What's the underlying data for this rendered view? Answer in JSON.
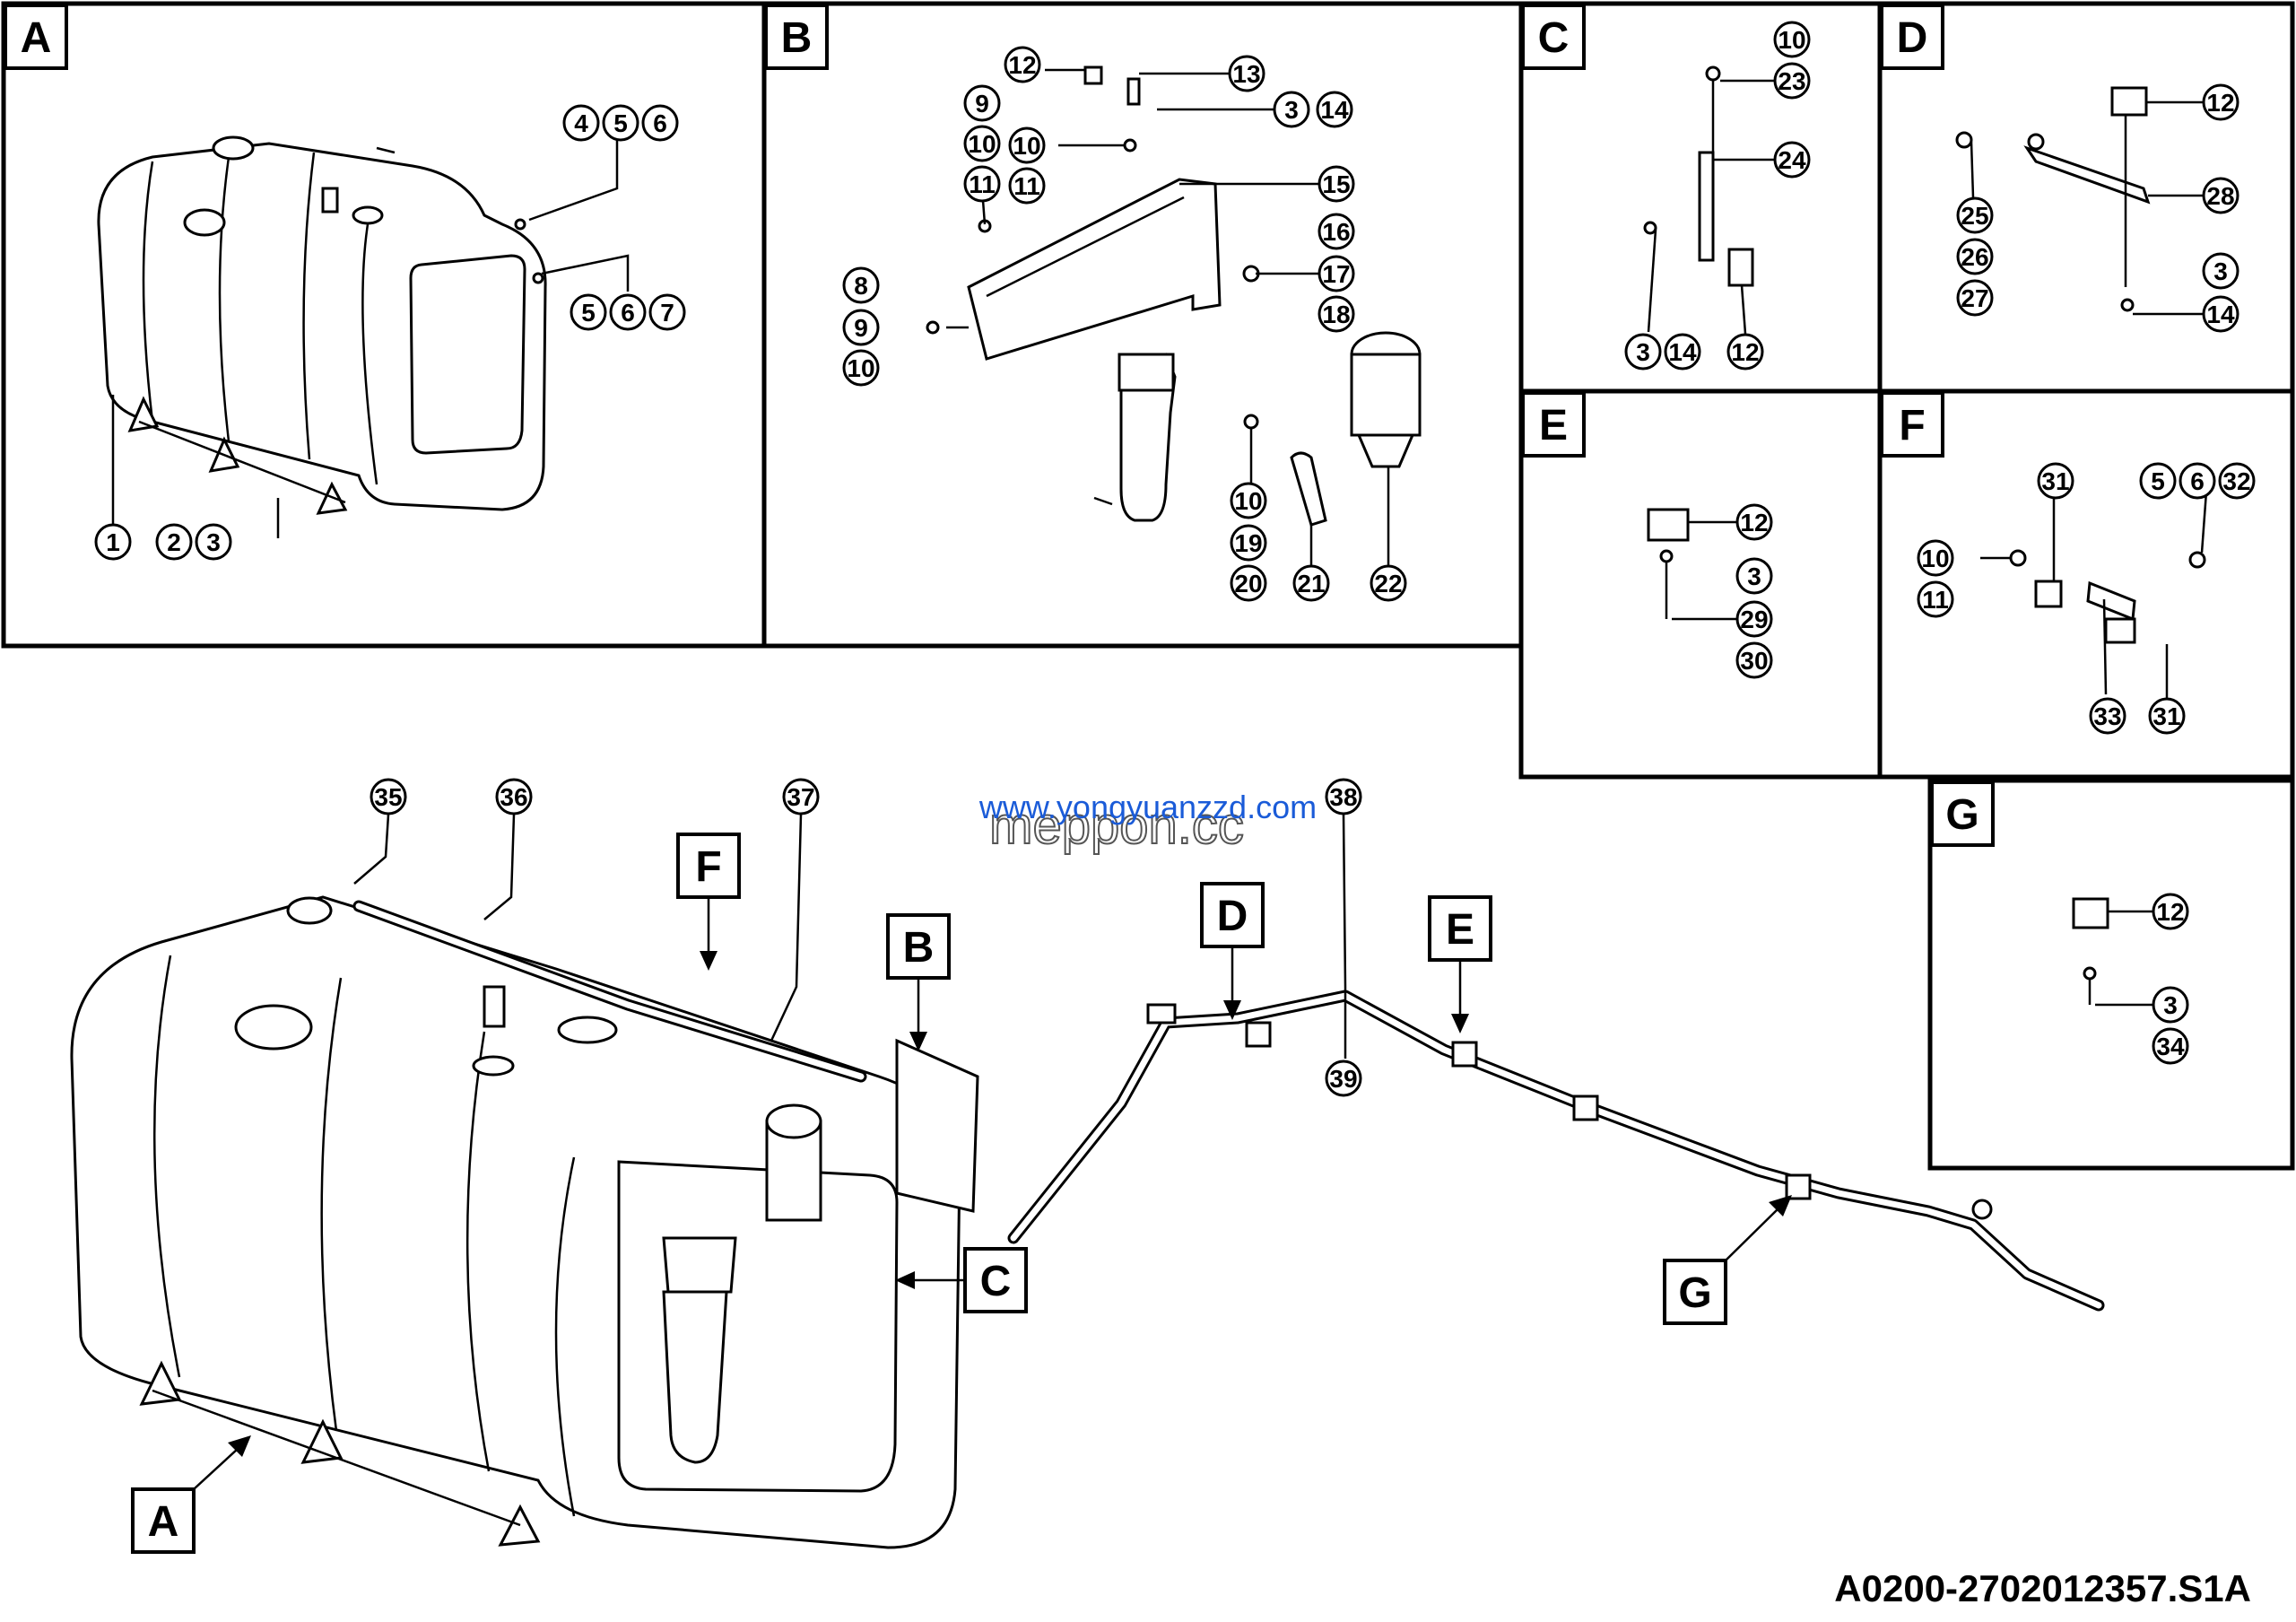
{
  "drawing_number": "A0200-2702012357.S1A",
  "watermarks": {
    "primary": "meppon.cc",
    "secondary": "www.yongyuanzzd.com",
    "secondary_color": "#1a5bd8"
  },
  "views": {
    "A": {
      "label": "A",
      "callouts": [
        "1",
        "2",
        "3",
        "4",
        "5",
        "6",
        "5",
        "6",
        "7"
      ]
    },
    "B": {
      "label": "B",
      "callouts": [
        "12",
        "13",
        "3",
        "14",
        "9",
        "10",
        "10",
        "11",
        "11",
        "15",
        "16",
        "17",
        "18",
        "8",
        "9",
        "10",
        "10",
        "19",
        "20",
        "21",
        "22"
      ]
    },
    "C": {
      "label": "C",
      "callouts": [
        "10",
        "23",
        "24",
        "3",
        "14",
        "12"
      ]
    },
    "D": {
      "label": "D",
      "callouts": [
        "12",
        "28",
        "25",
        "26",
        "27",
        "3",
        "14"
      ]
    },
    "E": {
      "label": "E",
      "callouts": [
        "12",
        "3",
        "29",
        "30"
      ]
    },
    "F": {
      "label": "F",
      "callouts": [
        "31",
        "5",
        "6",
        "32",
        "10",
        "11",
        "33",
        "31"
      ]
    },
    "G": {
      "label": "G",
      "callouts": [
        "12",
        "3",
        "34"
      ]
    }
  },
  "main_callouts": [
    "35",
    "36",
    "37",
    "38",
    "39"
  ],
  "pointer_labels": [
    "F",
    "B",
    "D",
    "E",
    "C",
    "G",
    "A"
  ]
}
